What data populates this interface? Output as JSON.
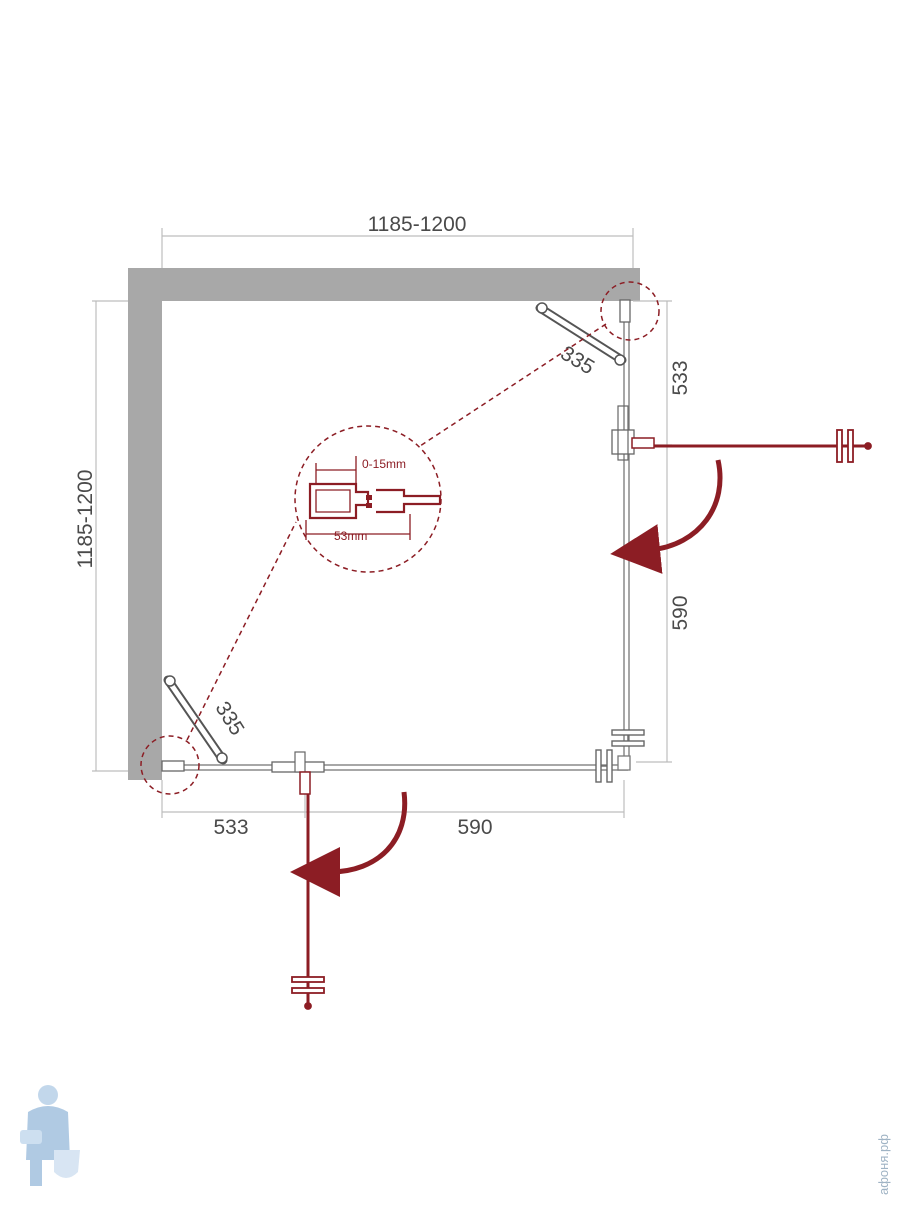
{
  "dimensions": {
    "top_width": "1185-1200",
    "left_height": "1185-1200",
    "right_upper": "533",
    "right_lower": "590",
    "bottom_left": "533",
    "bottom_right": "590",
    "hinge_top": "335",
    "hinge_bottom": "335"
  },
  "detail": {
    "adjustment": "0-15mm",
    "profile_width": "53mm"
  },
  "watermark": {
    "text": "aфоня.рф"
  },
  "colors": {
    "wall": "#a8a8a8",
    "door": "#8c1d24",
    "line": "#9a9a9a",
    "dim_text": "#4a4a4a"
  }
}
